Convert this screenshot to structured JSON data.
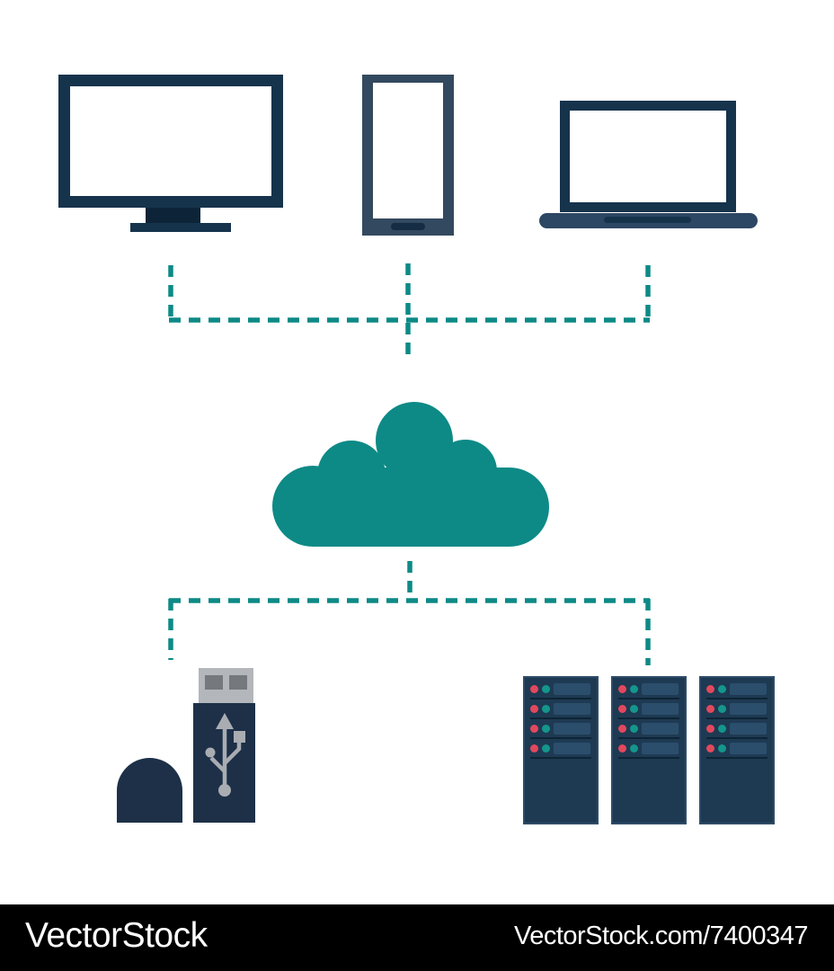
{
  "illustration": {
    "icons": [
      "desktop-monitor",
      "smartphone",
      "laptop",
      "cloud",
      "usb-flash-drive",
      "server-tower",
      "server-tower",
      "server-tower"
    ],
    "connector_style": "teal dashed lines linking devices to cloud and cloud to storage",
    "server_slots_per_tower": 4
  },
  "palette": {
    "navy": "#16334c",
    "navy_deep": "#0d2438",
    "slate": "#33495f",
    "slate_light": "#2c4763",
    "teal": "#0d8a86",
    "usb_navy": "#1d3048",
    "metal_gray": "#b3b7bc",
    "contact_gray": "#75797e",
    "symbol_gray": "#a9adb2",
    "server_body": "#1e3a53",
    "server_edge": "#2e4c68",
    "server_bar": "#2b4e6c",
    "server_sep": "#0e2435",
    "led_red": "#e2485d",
    "led_teal": "#14968c",
    "watermark_bg": "#000000",
    "watermark_text": "#ffffff"
  },
  "watermark": {
    "left_text": "VectorStock",
    "right_text": "VectorStock.com/7400347"
  }
}
